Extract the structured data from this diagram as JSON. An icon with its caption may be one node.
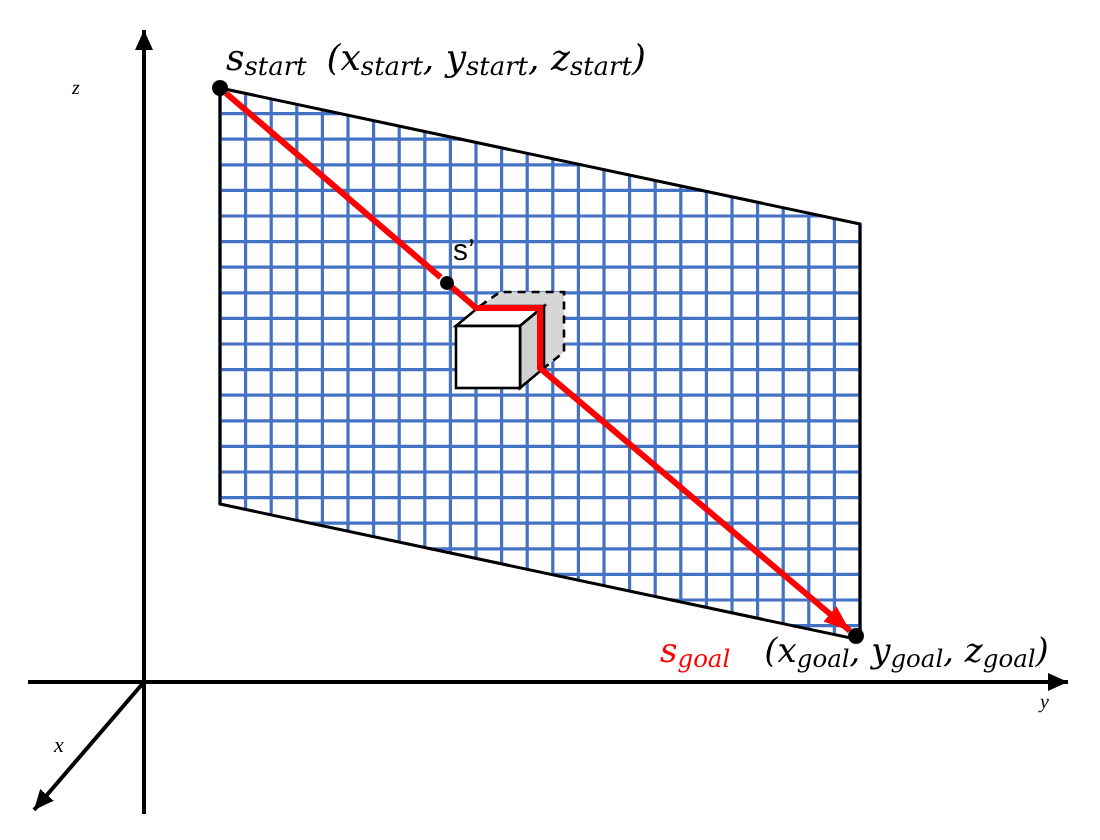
{
  "diagram": {
    "nodes": [
      {
        "text": [],
        "shape": "circle",
        "beside": [
          "s$_{start}$",
          "(x$_{start}$, y$_{start}$, z$_{start}$)"
        ]
      },
      {
        "text": [],
        "shape": "circle",
        "beside": [
          "s’"
        ]
      },
      {
        "text": [],
        "shape": "circle",
        "beside": [
          "s$_{goal}$",
          "(x$_{goal}$, y$_{goal}$, z$_{goal}$)"
        ]
      }
    ],
    "edges": [
      {
        "from": 0,
        "to": 1,
        "arrow": "none"
      },
      {
        "from": 1,
        "to": 2,
        "arrow": "to"
      }
    ],
    "labels": [
      "z",
      "y",
      "x"
    ]
  }
}
